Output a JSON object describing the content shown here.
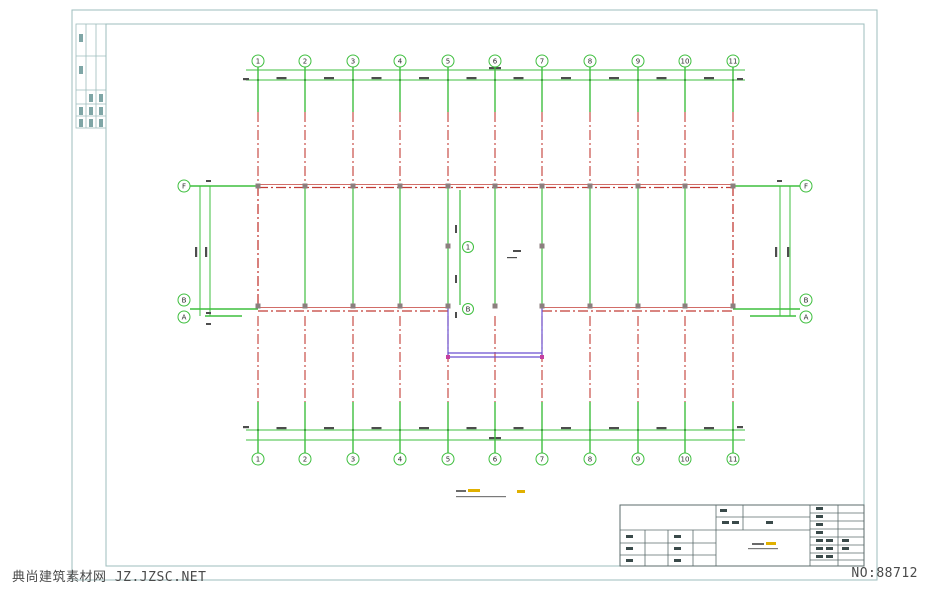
{
  "drawing": {
    "axes": {
      "columns": [
        "1",
        "2",
        "3",
        "4",
        "5",
        "6",
        "7",
        "8",
        "9",
        "10",
        "11"
      ],
      "rows_left": [
        "F",
        "B",
        "A"
      ],
      "rows_right": [
        "F",
        "B",
        "A"
      ],
      "center": [
        "1",
        "B"
      ]
    }
  },
  "watermark": {
    "site": "典尚建筑素材网 JZ.JZSC.NET",
    "serial": "NO:88712"
  },
  "colors": {
    "frame": "#9dbdbd",
    "axis_line": "#3fbf3f",
    "grid_dash": "#c23c36",
    "bubble": "#3fbf3f",
    "core_outline": "#6a4fd0",
    "column": "#8c7f7f",
    "annotation": "#4d4d4d",
    "scale_note": "#e0b000"
  }
}
